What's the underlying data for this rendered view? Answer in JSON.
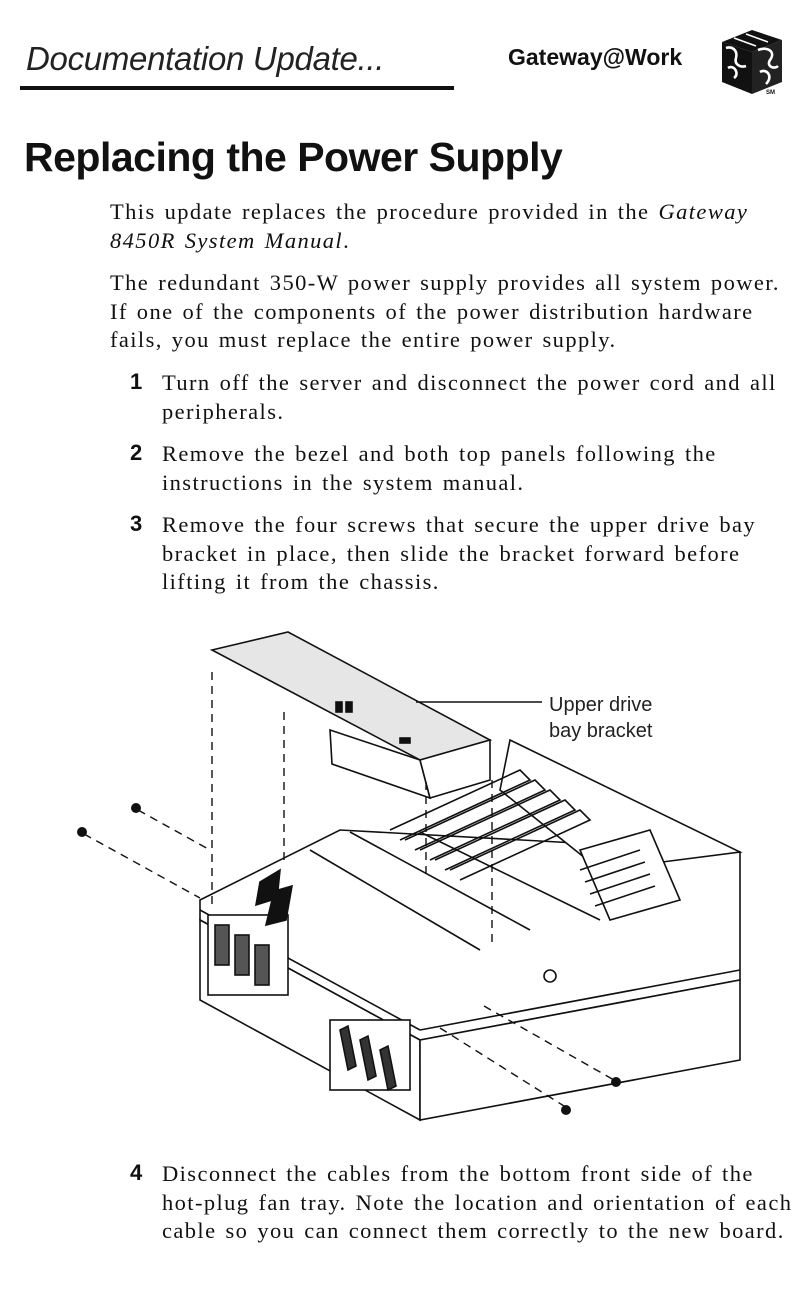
{
  "header": {
    "title": "Documentation Update...",
    "brand": "Gateway@Work",
    "service_mark": "SM"
  },
  "page_title": "Replacing the Power Supply",
  "intro": {
    "line1_prefix": "This update replaces the procedure provided in the ",
    "manual_ref": "Gateway 8450R System Manual",
    "line1_suffix": "."
  },
  "paragraph2": "The redundant 350-W power supply provides all system power. If one of the components of the power distribution hardware fails, you must replace the entire power supply.",
  "steps": [
    {
      "number": "1",
      "text": "Turn off the server and disconnect the power cord and all peripherals."
    },
    {
      "number": "2",
      "text": "Remove the bezel and both top panels following the instructions in the system manual."
    },
    {
      "number": "3",
      "text": "Remove the four screws that secure the upper drive bay bracket in place, then slide the bracket forward before lifting it from the chassis."
    },
    {
      "number": "4",
      "text": "Disconnect the cables from the bottom front side of the hot-plug fan tray. Note the location and orientation of each cable so you can connect them correctly to the new board."
    }
  ],
  "figure": {
    "callout_line1": "Upper drive",
    "callout_line2": "bay bracket"
  }
}
